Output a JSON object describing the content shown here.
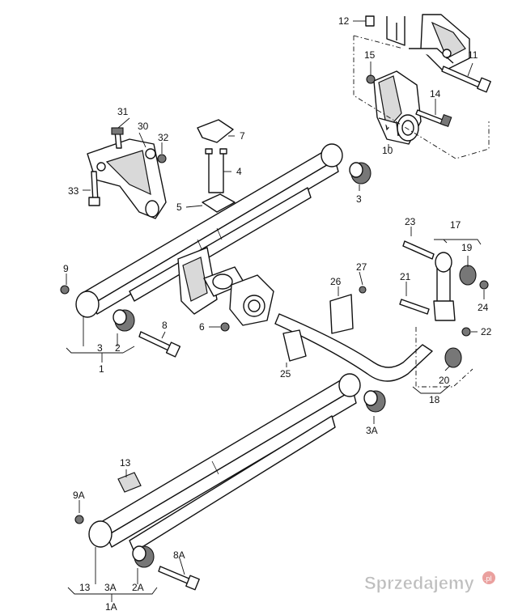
{
  "callouts": {
    "c1": "1",
    "c1A": "1A",
    "c2": "2",
    "c2A": "2A",
    "c3_spring": "3",
    "c3_bush": "3",
    "c3_group": "3",
    "c3A_bush": "3A",
    "c3A_group": "3A",
    "c4": "4",
    "c5": "5",
    "c6": "6",
    "c7": "7",
    "c8": "8",
    "c8A": "8A",
    "c9": "9",
    "c9A": "9A",
    "c10": "10",
    "c11": "11",
    "c12": "12",
    "c13_part": "13",
    "c13_group": "13",
    "c14": "14",
    "c15": "15",
    "c17": "17",
    "c18": "18",
    "c19": "19",
    "c20": "20",
    "c21": "21",
    "c22": "22",
    "c23": "23",
    "c24": "24",
    "c25": "25",
    "c26": "26",
    "c27": "27",
    "c30": "30",
    "c31": "31",
    "c32": "32",
    "c33": "33"
  },
  "watermark": {
    "text": "Sprzedajemy",
    "suffix": ".pl"
  }
}
